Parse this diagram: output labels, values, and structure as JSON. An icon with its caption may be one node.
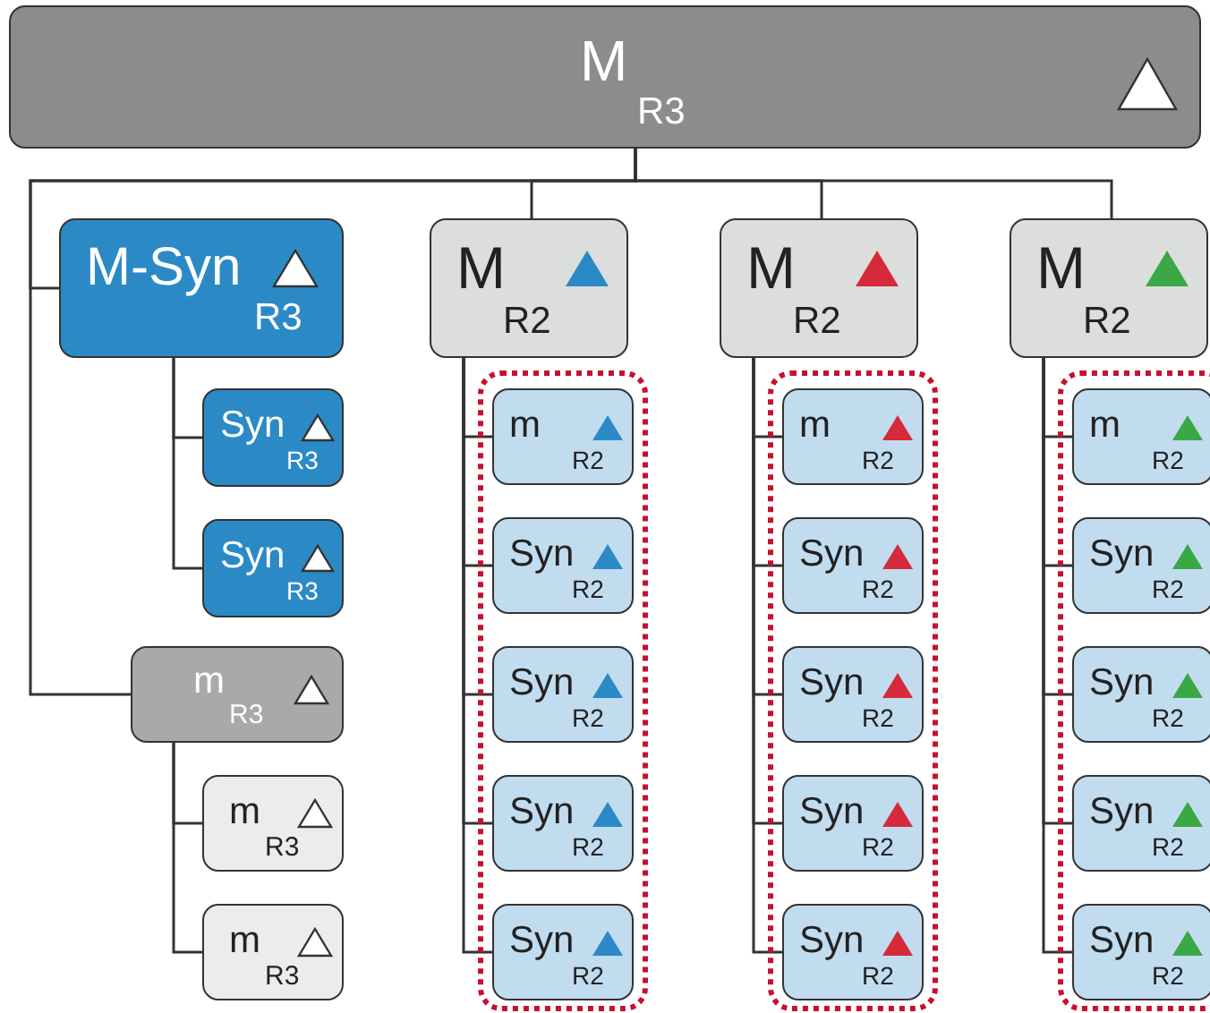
{
  "diagram": {
    "nodes": [
      {
        "text": [
          "M",
          "R3"
        ]
      },
      {
        "text": [
          "M-Syn",
          "R3"
        ]
      },
      {
        "text": [
          "Syn",
          "R3"
        ]
      },
      {
        "text": [
          "Syn",
          "R3"
        ]
      },
      {
        "text": [
          "m",
          "R3"
        ]
      },
      {
        "text": [
          "m",
          "R3"
        ]
      },
      {
        "text": [
          "m",
          "R3"
        ]
      },
      {
        "text": [
          "M",
          "R2"
        ]
      },
      {
        "text": [],
        "shape": "box"
      },
      {
        "text": [
          "m",
          "R2"
        ],
        "in": 8
      },
      {
        "text": [
          "Syn",
          "R2"
        ],
        "in": 8
      },
      {
        "text": [
          "Syn",
          "R2"
        ],
        "in": 8
      },
      {
        "text": [
          "Syn",
          "R2"
        ],
        "in": 8
      },
      {
        "text": [
          "Syn",
          "R2"
        ],
        "in": 8
      },
      {
        "text": [
          "M",
          "R2"
        ]
      },
      {
        "text": [],
        "shape": "box"
      },
      {
        "text": [
          "m",
          "R2"
        ],
        "in": 15
      },
      {
        "text": [
          "Syn",
          "R2"
        ],
        "in": 15
      },
      {
        "text": [
          "Syn",
          "R2"
        ],
        "in": 15
      },
      {
        "text": [
          "Syn",
          "R2"
        ],
        "in": 15
      },
      {
        "text": [
          "Syn",
          "R2"
        ],
        "in": 15
      },
      {
        "text": [
          "M",
          "R2"
        ]
      },
      {
        "text": [],
        "shape": "box"
      },
      {
        "text": [
          "m",
          "R2"
        ],
        "in": 22
      },
      {
        "text": [
          "Syn",
          "R2"
        ],
        "in": 22
      },
      {
        "text": [
          "Syn",
          "R2"
        ],
        "in": 22
      },
      {
        "text": [
          "Syn",
          "R2"
        ],
        "in": 22
      },
      {
        "text": [
          "Syn",
          "R2"
        ],
        "in": 22
      }
    ],
    "edges": [
      {
        "from": 0,
        "to": 1,
        "arrow": "none"
      },
      {
        "from": 0,
        "to": 7,
        "arrow": "none"
      },
      {
        "from": 0,
        "to": 14,
        "arrow": "none"
      },
      {
        "from": 0,
        "to": 21,
        "arrow": "none"
      },
      {
        "from": 0,
        "to": 4,
        "arrow": "none"
      },
      {
        "from": 1,
        "to": 2,
        "arrow": "none"
      },
      {
        "from": 1,
        "to": 3,
        "arrow": "none"
      },
      {
        "from": 4,
        "to": 5,
        "arrow": "none"
      },
      {
        "from": 4,
        "to": 6,
        "arrow": "none"
      },
      {
        "from": 7,
        "to": 9,
        "arrow": "none"
      },
      {
        "from": 7,
        "to": 10,
        "arrow": "none"
      },
      {
        "from": 7,
        "to": 11,
        "arrow": "none"
      },
      {
        "from": 7,
        "to": 12,
        "arrow": "none"
      },
      {
        "from": 7,
        "to": 13,
        "arrow": "none"
      },
      {
        "from": 14,
        "to": 16,
        "arrow": "none"
      },
      {
        "from": 14,
        "to": 17,
        "arrow": "none"
      },
      {
        "from": 14,
        "to": 18,
        "arrow": "none"
      },
      {
        "from": 14,
        "to": 19,
        "arrow": "none"
      },
      {
        "from": 14,
        "to": 20,
        "arrow": "none"
      },
      {
        "from": 21,
        "to": 23,
        "arrow": "none"
      },
      {
        "from": 21,
        "to": 24,
        "arrow": "none"
      },
      {
        "from": 21,
        "to": 25,
        "arrow": "none"
      },
      {
        "from": 21,
        "to": 26,
        "arrow": "none"
      },
      {
        "from": 21,
        "to": 27,
        "arrow": "none"
      }
    ]
  }
}
